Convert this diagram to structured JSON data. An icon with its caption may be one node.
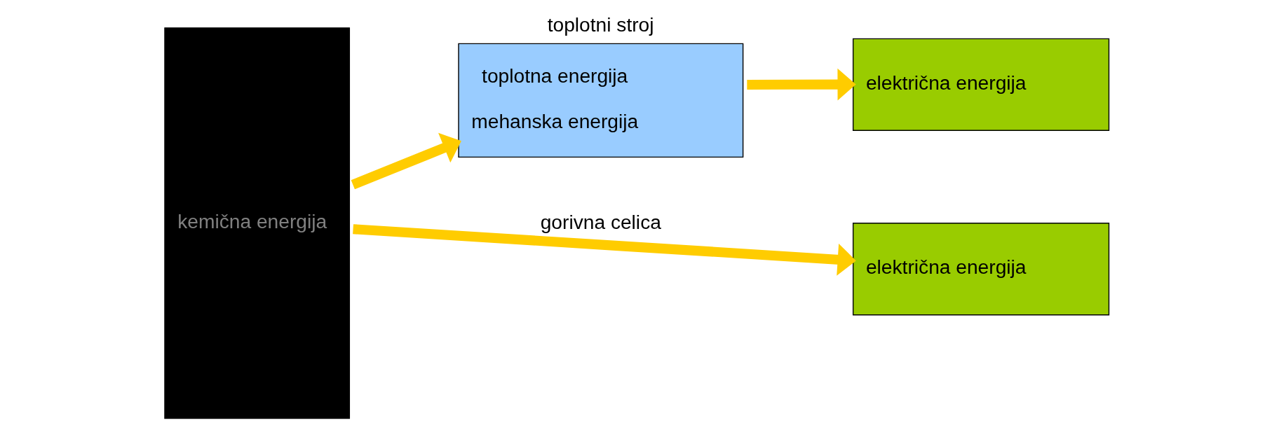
{
  "diagram": {
    "nodes": [
      {
        "text": [
          "kemična energija"
        ]
      },
      {
        "text": [
          "toplotni stroj",
          "toplotna energija",
          "mehanska energija"
        ]
      },
      {
        "text": [
          "električna energija"
        ]
      },
      {
        "text": [
          "električna energija"
        ]
      }
    ],
    "edges": [
      {
        "from": 0,
        "to": 1,
        "arrow": "to"
      },
      {
        "from": 1,
        "to": 2,
        "arrow": "to"
      },
      {
        "from": 0,
        "to": 3,
        "arrow": "to",
        "label": "gorivna celica"
      }
    ]
  }
}
